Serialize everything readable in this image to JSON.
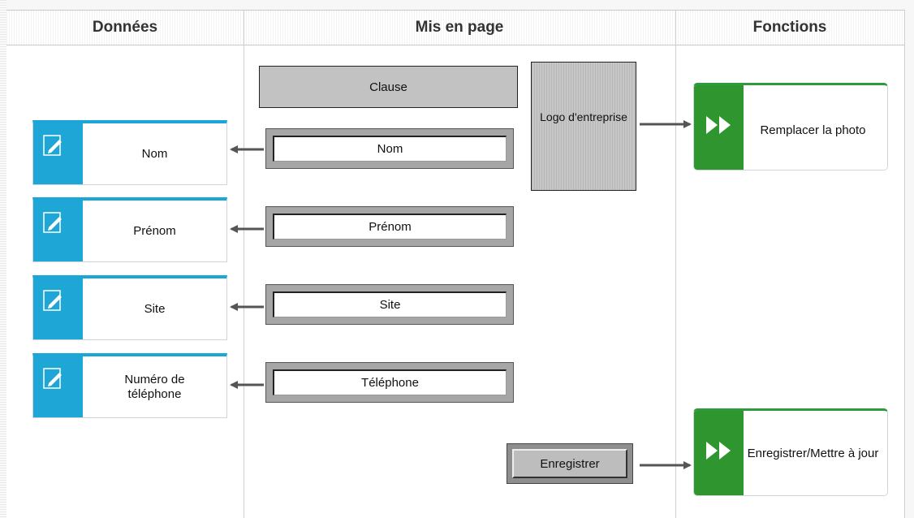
{
  "headers": {
    "col1": "Données",
    "col2": "Mis en page",
    "col3": "Fonctions"
  },
  "data_cards": [
    {
      "label": "Nom"
    },
    {
      "label": "Prénom"
    },
    {
      "label": "Site"
    },
    {
      "label": "Numéro de téléphone"
    }
  ],
  "layout": {
    "clause": "Clause",
    "logo": "Logo d'entreprise",
    "fields": [
      "Nom",
      "Prénom",
      "Site",
      "Téléphone"
    ],
    "save_button": "Enregistrer"
  },
  "functions": [
    {
      "label": "Remplacer la photo"
    },
    {
      "label": "Enregistrer/Mettre à jour"
    }
  ],
  "colors": {
    "data_accent": "#1ea6d6",
    "function_accent": "#2f962f"
  },
  "icons": {
    "data_card": "edit-pencil-icon",
    "function_card": "fast-forward-icon",
    "connector": "arrow-icon"
  }
}
